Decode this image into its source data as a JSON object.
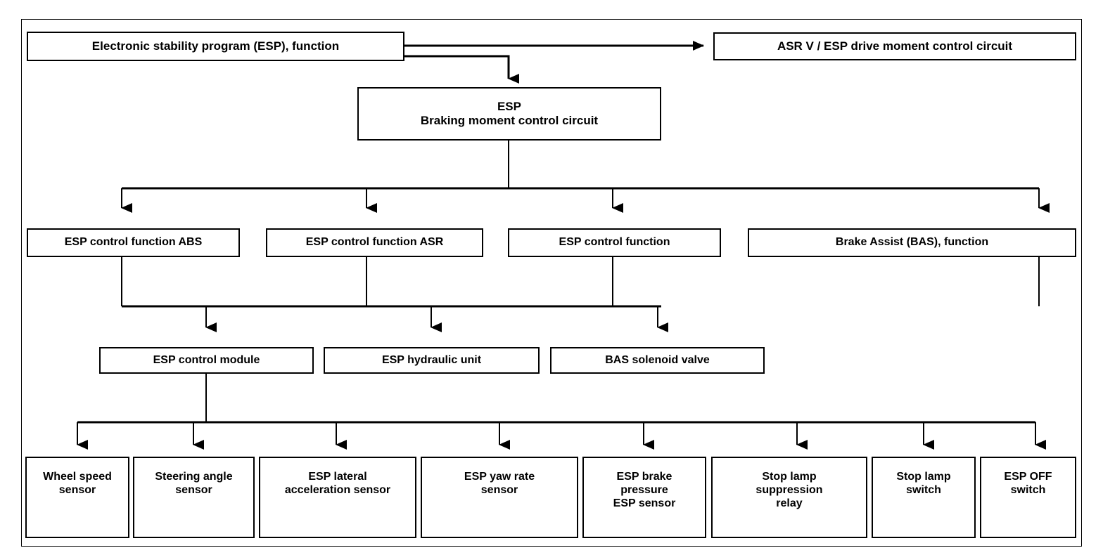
{
  "diagram": {
    "title": "Electronic stability program (ESP) function block diagram",
    "type": "block-diagram",
    "colors": {
      "line": "#000000",
      "box_fill": "#ffffff",
      "box_border": "#000000",
      "background": "#ffffff"
    },
    "nodes": {
      "esp_function": {
        "label": "Electronic stability program (ESP), function"
      },
      "asr_drive_moment": {
        "label": "ASR V / ESP drive moment control circuit"
      },
      "esp_braking_moment": {
        "label": "ESP\nBraking moment control circuit"
      },
      "ctrl_abs": {
        "label": "ESP control function ABS"
      },
      "ctrl_asr": {
        "label": "ESP control function ASR"
      },
      "ctrl_esp": {
        "label": "ESP control function"
      },
      "bas_function": {
        "label": "Brake Assist (BAS), function"
      },
      "esp_control_module": {
        "label": "ESP control module"
      },
      "esp_hydraulic_unit": {
        "label": "ESP hydraulic unit"
      },
      "bas_solenoid_valve": {
        "label": "BAS solenoid valve"
      },
      "wheel_speed_sensor": {
        "label": "Wheel speed\nsensor"
      },
      "steering_angle_sensor": {
        "label": "Steering angle\nsensor"
      },
      "lateral_accel_sensor": {
        "label": "ESP lateral\nacceleration sensor"
      },
      "yaw_rate_sensor": {
        "label": "ESP yaw rate\nsensor"
      },
      "brake_pressure_sensor": {
        "label": "ESP brake\npressure\nESP sensor"
      },
      "stop_lamp_relay": {
        "label": "Stop lamp\nsuppression\nrelay"
      },
      "stop_lamp_switch": {
        "label": "Stop lamp\nswitch"
      },
      "esp_off_switch": {
        "label": "ESP OFF\nswitch"
      }
    },
    "edges": [
      {
        "from": "esp_function",
        "to": "asr_drive_moment"
      },
      {
        "from": "esp_function",
        "to": "esp_braking_moment"
      },
      {
        "from": "esp_braking_moment",
        "to": "ctrl_abs"
      },
      {
        "from": "esp_braking_moment",
        "to": "ctrl_asr"
      },
      {
        "from": "esp_braking_moment",
        "to": "ctrl_esp"
      },
      {
        "from": "esp_braking_moment",
        "to": "bas_function"
      },
      {
        "from": "ctrl_abs",
        "to": "esp_control_module"
      },
      {
        "from": "ctrl_asr",
        "to": "esp_hydraulic_unit"
      },
      {
        "from": "ctrl_esp",
        "to": "esp_hydraulic_unit"
      },
      {
        "from": "bas_function",
        "to": "bas_solenoid_valve"
      },
      {
        "from": "esp_control_module",
        "to": "wheel_speed_sensor"
      },
      {
        "from": "esp_control_module",
        "to": "steering_angle_sensor"
      },
      {
        "from": "esp_control_module",
        "to": "lateral_accel_sensor"
      },
      {
        "from": "esp_control_module",
        "to": "yaw_rate_sensor"
      },
      {
        "from": "esp_control_module",
        "to": "brake_pressure_sensor"
      },
      {
        "from": "esp_control_module",
        "to": "stop_lamp_relay"
      },
      {
        "from": "esp_control_module",
        "to": "stop_lamp_switch"
      },
      {
        "from": "esp_control_module",
        "to": "esp_off_switch"
      }
    ]
  }
}
